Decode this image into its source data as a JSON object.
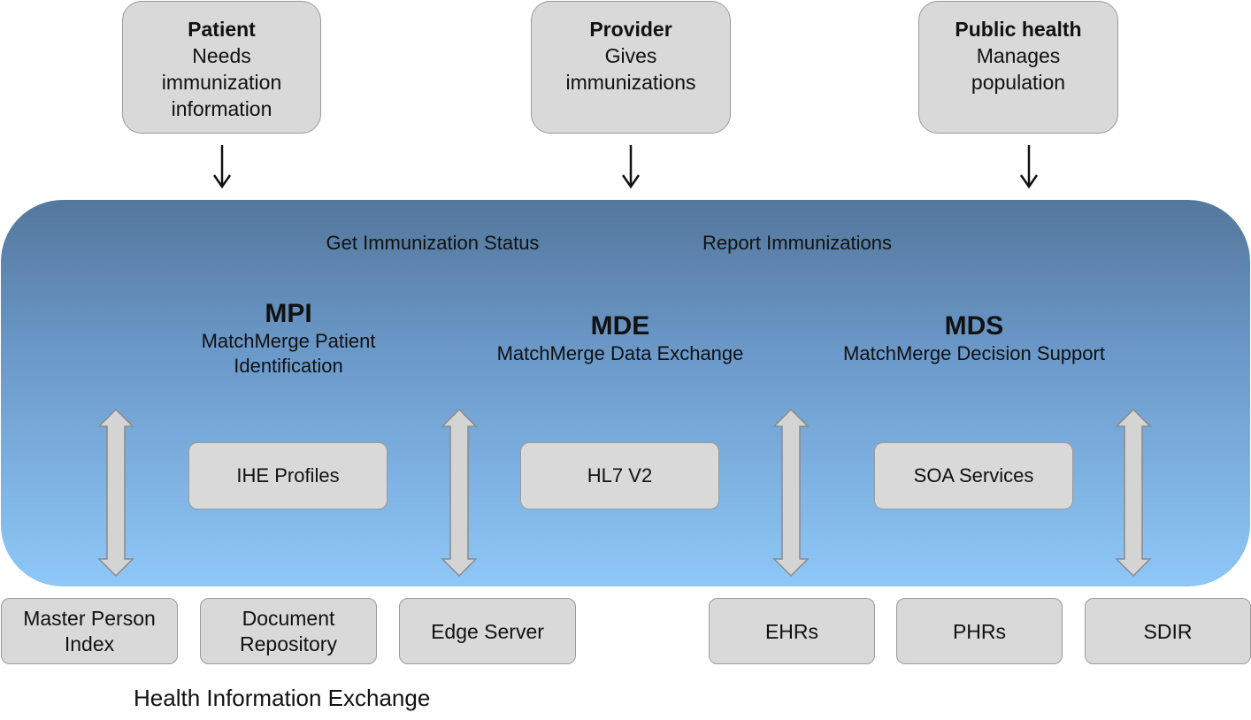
{
  "actors": [
    {
      "name": "Patient",
      "desc": [
        "Needs",
        "immunization",
        "information"
      ]
    },
    {
      "name": "Provider",
      "desc": [
        "Gives",
        "immunizations"
      ]
    },
    {
      "name": "Public health",
      "desc": [
        "Manages",
        "population"
      ]
    }
  ],
  "operations": {
    "get_status": "Get Immunization Status",
    "report": "Report Immunizations"
  },
  "modules": [
    {
      "title": "MPI",
      "desc": [
        "MatchMerge Patient",
        "Identification"
      ]
    },
    {
      "title": "MDE",
      "desc": [
        "MatchMerge Data Exchange"
      ]
    },
    {
      "title": "MDS",
      "desc": [
        "MatchMerge Decision Support"
      ]
    }
  ],
  "protocols": [
    "IHE Profiles",
    "HL7 V2",
    "SOA Services"
  ],
  "systems": [
    {
      "lines": [
        "Master Person",
        "Index"
      ]
    },
    {
      "lines": [
        "Document",
        "Repository"
      ]
    },
    {
      "lines": [
        "Edge Server"
      ]
    },
    {
      "lines": [
        "EHRs"
      ]
    },
    {
      "lines": [
        "PHRs"
      ]
    },
    {
      "lines": [
        "SDIR"
      ]
    }
  ],
  "footer": "Health Information Exchange",
  "colors": {
    "box_fill": "#d9d9d9",
    "platform_top": "#54779c",
    "platform_bottom": "#8ec8f8"
  }
}
